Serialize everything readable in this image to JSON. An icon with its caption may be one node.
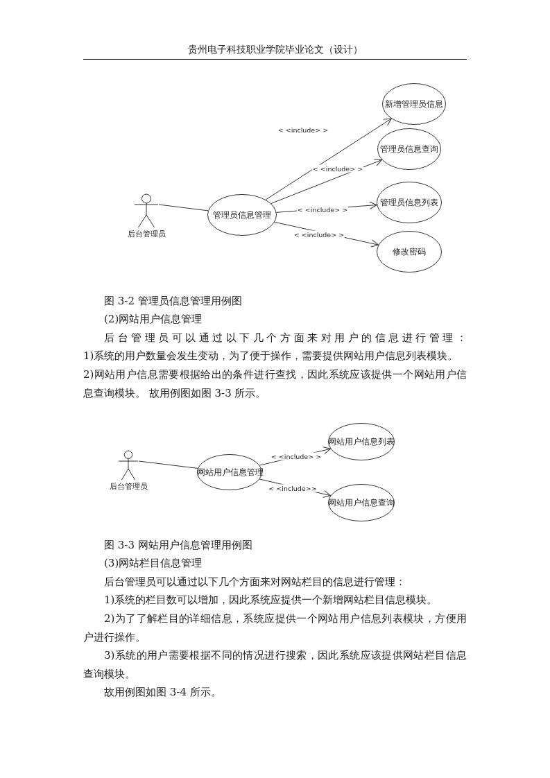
{
  "diagram": {
    "nodes": [
      {
        "text": [
          "后台管理员"
        ]
      },
      {
        "text": [
          "管理员信息管理"
        ]
      },
      {
        "text": [
          "新增管理员信息"
        ]
      },
      {
        "text": [
          "管理员信息查询"
        ]
      },
      {
        "text": [
          "管理员信息列表"
        ]
      },
      {
        "text": [
          "修改密码"
        ]
      },
      {
        "text": [
          "后台管理员"
        ]
      },
      {
        "text": [
          "网站用户信息管理"
        ]
      },
      {
        "text": [
          "网站用户信息列表"
        ]
      },
      {
        "text": [
          "网站用户信息查询"
        ]
      }
    ],
    "edges": [
      {
        "from": 0,
        "to": 1,
        "arrow": "none"
      },
      {
        "from": 1,
        "to": 2,
        "arrow": "to",
        "label": "< <include> >"
      },
      {
        "from": 1,
        "to": 3,
        "arrow": "to",
        "label": "< <include> >"
      },
      {
        "from": 1,
        "to": 4,
        "arrow": "to",
        "label": "< <include> >"
      },
      {
        "from": 1,
        "to": 5,
        "arrow": "to",
        "label": "< <include> >"
      },
      {
        "from": 6,
        "to": 7,
        "arrow": "none"
      },
      {
        "from": 7,
        "to": 8,
        "arrow": "to",
        "label": "< <include> >"
      },
      {
        "from": 7,
        "to": 9,
        "arrow": "to",
        "label": "< <include>>"
      }
    ],
    "labels": [
      "贵州电子科技职业学院毕业论文（设计）",
      "图 3-2  管理员信息管理用例图",
      "(2)网站用户信息管理",
      "后台管理员可以通过以下几个方面来对用户的信息进行管理：",
      "1)系统的用户数量会发生变动，为了便于操作，需要提供网站用户信息列表模块。",
      "2)网站用户信息需要根据给出的条件进行查找，因此系统应该提供一个网站用户信息查询模块。  故用例图如图 3-3 所示。",
      "图 3-3  网站用户信息管理用例图",
      "(3)网站栏目信息管理",
      "后台管理员可以通过以下几个方面来对网站栏目的信息进行管理：",
      "1)系统的栏目数可以增加，因此系统应提供一个新增网站栏目信息模块。",
      "2)为了了解栏目的详细信息，系统应提供一个网站用户信息列表模块，方便用户进行操作。",
      "3)系统的用户需要根据不同的情况进行搜索，因此系统应该提供网站栏目信息查询模块。",
      "故用例图如图 3-4 所示。"
    ]
  }
}
